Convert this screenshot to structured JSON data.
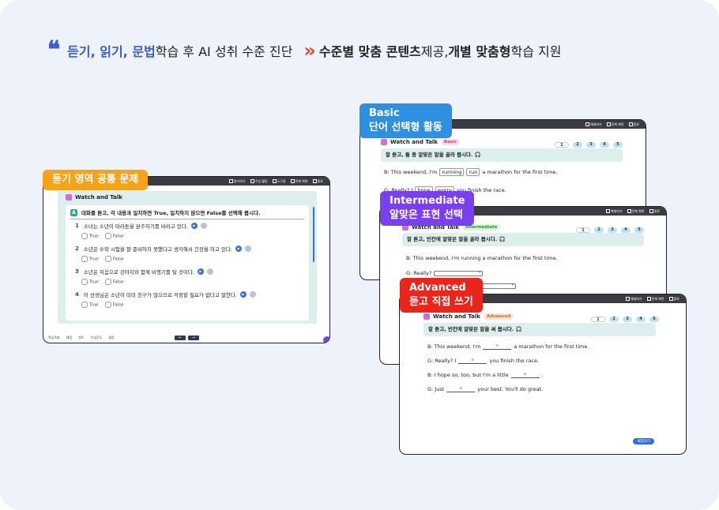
{
  "headline": {
    "quote_mark": "❝",
    "blue_part": "듣기, 읽기, 문법",
    "mid_part": " 학습 후 AI 성취 수준 진단",
    "arrows": "»",
    "bold_part1": "수준별 맞춤 콘텐츠",
    "mid_part2": " 제공, ",
    "bold_part2": "개별 맞춤형",
    "end_part": " 학습 지원"
  },
  "topbar": {
    "items_short": [
      "해제하기",
      "전체 화면",
      "종료"
    ],
    "items_left": [
      "필기하기",
      "수업 활동",
      "도구함",
      "전체 화면",
      "종료"
    ]
  },
  "common": {
    "tag": "듣기 영역 공통 문제",
    "app": "Watch and Talk",
    "badge": "A",
    "instruction": "대화를 듣고, 각 내용과 일치하면 True, 일치하지 않으면 False를 선택해 봅시다.",
    "questions": [
      {
        "n": "1",
        "text": "소녀는 소년이 마라톤을 완주하기를 바라고 있다."
      },
      {
        "n": "2",
        "text": "소년은 수학 시험을 잘 준비하지 못했다고 생각해서 긴장을 하고 있다."
      },
      {
        "n": "3",
        "text": "소년은 처음으로 강아지와 함께 비행기를 탈 것이다."
      },
      {
        "n": "4",
        "text": "이 선생님은 소년이 미미 친구가 많으므로 걱정할 필요가 없다고 말한다."
      }
    ],
    "opt_true": "True",
    "opt_false": "False",
    "footer": [
      "학습목표",
      "채점",
      "힌트",
      "수업진도",
      "설정"
    ],
    "nav_prev": "←",
    "nav_next": "→"
  },
  "basic": {
    "tag_line1": "Basic",
    "tag_line2": "단어 선택형 활동",
    "level": "Basic",
    "instruction": "잘 듣고, 둘 중 알맞은 말을 골라 봅시다.",
    "line1_pre": "B: This weekend, I'm",
    "opt_a": "running",
    "opt_b": "run",
    "line1_post": "a marathon for the first time.",
    "line2_pre": "G: Really? I",
    "opt_c": "hope",
    "opt_d": "worry",
    "line2_post": "you finish the race."
  },
  "intermediate": {
    "tag_line1": "Intermediate",
    "tag_line2": "알맞은 표현 선택",
    "level": "Intermediate",
    "instruction": "잘 듣고, 빈칸에 알맞은 말을 골라 봅시다.",
    "line1": "B: This weekend, I'm running a marathon for the first time.",
    "line2": "G: Really?"
  },
  "advanced": {
    "tag_line1": "Advanced",
    "tag_line2": "듣고 직접 쓰기",
    "level": "Advanced",
    "instruction": "잘 듣고, 빈칸에 알맞은 말을 써 봅시다.",
    "l1_pre": "B: This weekend, I'm",
    "l1_post": "a marathon for the first time.",
    "l2_pre": "G: Really? I",
    "l2_post": "you finish the race.",
    "l3_pre": "B: I hope so, too, but I'm a little",
    "l3_post": ".",
    "l4_pre": "G: Just",
    "l4_post": "your best. You'll do great.",
    "blank_mark": "⌀",
    "check_btn": "채점하기"
  },
  "pages": [
    "1",
    "2",
    "3",
    "4",
    "5"
  ],
  "colors": {
    "blue": "#3b5bd9",
    "arrow_red": "#e9462f",
    "tag_orange": "#f6a31a",
    "tag_blue": "#2f8fe0",
    "tag_purple": "#7a3ff0",
    "tag_red": "#e8261c"
  }
}
